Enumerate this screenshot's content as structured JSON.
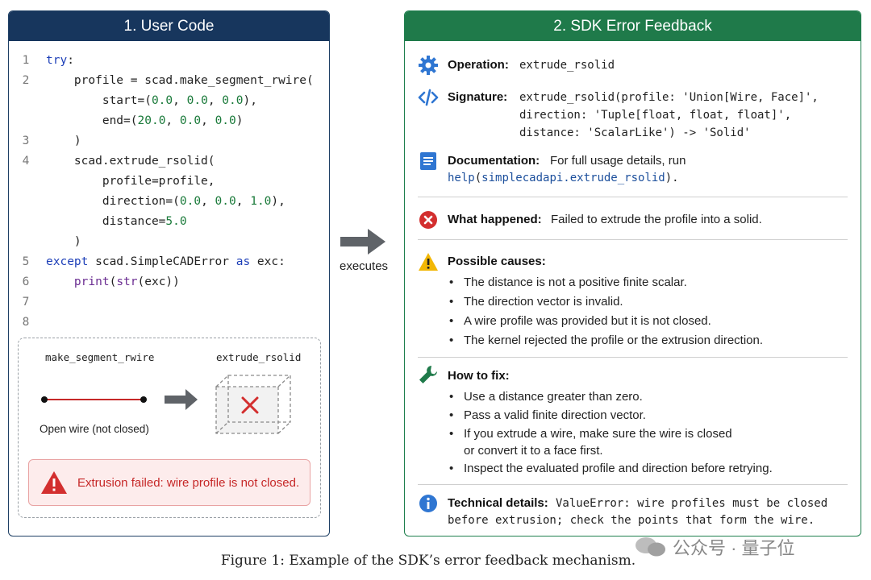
{
  "left_panel": {
    "title": "1. User Code",
    "code_lines": [
      {
        "no": "1",
        "segments": [
          {
            "t": "try",
            "c": "kw"
          },
          {
            "t": ":",
            "c": ""
          }
        ]
      },
      {
        "no": "2",
        "segments": [
          {
            "t": "    profile = scad.make_segment_rwire(",
            "c": ""
          }
        ]
      },
      {
        "no": "",
        "segments": [
          {
            "t": "        start=(",
            "c": ""
          },
          {
            "t": "0.0",
            "c": "num"
          },
          {
            "t": ", ",
            "c": ""
          },
          {
            "t": "0.0",
            "c": "num"
          },
          {
            "t": ", ",
            "c": ""
          },
          {
            "t": "0.0",
            "c": "num"
          },
          {
            "t": "),",
            "c": ""
          }
        ]
      },
      {
        "no": "",
        "segments": [
          {
            "t": "        end=(",
            "c": ""
          },
          {
            "t": "20.0",
            "c": "num"
          },
          {
            "t": ", ",
            "c": ""
          },
          {
            "t": "0.0",
            "c": "num"
          },
          {
            "t": ", ",
            "c": ""
          },
          {
            "t": "0.0",
            "c": "num"
          },
          {
            "t": ")",
            "c": ""
          }
        ]
      },
      {
        "no": "3",
        "segments": [
          {
            "t": "    )",
            "c": ""
          }
        ]
      },
      {
        "no": "4",
        "segments": [
          {
            "t": "    scad.extrude_rsolid(",
            "c": ""
          }
        ]
      },
      {
        "no": "",
        "segments": [
          {
            "t": "        profile=profile,",
            "c": ""
          }
        ]
      },
      {
        "no": "",
        "segments": [
          {
            "t": "        direction=(",
            "c": ""
          },
          {
            "t": "0.0",
            "c": "num"
          },
          {
            "t": ", ",
            "c": ""
          },
          {
            "t": "0.0",
            "c": "num"
          },
          {
            "t": ", ",
            "c": ""
          },
          {
            "t": "1.0",
            "c": "num"
          },
          {
            "t": "),",
            "c": ""
          }
        ]
      },
      {
        "no": "",
        "segments": [
          {
            "t": "        distance=",
            "c": ""
          },
          {
            "t": "5.0",
            "c": "num"
          }
        ]
      },
      {
        "no": "",
        "segments": [
          {
            "t": "    )",
            "c": ""
          }
        ]
      },
      {
        "no": "5",
        "segments": [
          {
            "t": "except",
            "c": "kw"
          },
          {
            "t": " scad.SimpleCADError ",
            "c": ""
          },
          {
            "t": "as",
            "c": "kw"
          },
          {
            "t": " exc:",
            "c": ""
          }
        ]
      },
      {
        "no": "6",
        "segments": [
          {
            "t": "    ",
            "c": ""
          },
          {
            "t": "print",
            "c": "fn"
          },
          {
            "t": "(",
            "c": ""
          },
          {
            "t": "str",
            "c": "fn"
          },
          {
            "t": "(exc))",
            "c": ""
          }
        ]
      },
      {
        "no": "7",
        "segments": []
      },
      {
        "no": "8",
        "segments": []
      }
    ],
    "sketch": {
      "label_left": "make_segment_rwire",
      "label_right": "extrude_rsolid",
      "wire_caption": "Open wire (not closed)",
      "error_message": "Extrusion failed: wire profile is not closed."
    }
  },
  "middle": {
    "arrow_label": "executes"
  },
  "right_panel": {
    "title": "2. SDK Error Feedback",
    "operation": {
      "label": "Operation:",
      "value": "extrude_rsolid",
      "icon": "gear-icon"
    },
    "signature": {
      "label": "Signature:",
      "icon": "code-icon",
      "lines": [
        "extrude_rsolid(profile: 'Union[Wire, Face]',",
        "direction: 'Tuple[float, float, float]',",
        "distance: 'ScalarLike') -> 'Solid'"
      ]
    },
    "documentation": {
      "label": "Documentation:",
      "icon": "document-icon",
      "text": "For full usage details, run",
      "link_fn": "help",
      "link_arg": "simplecadapi.extrude_rsolid",
      "link_suffix": "."
    },
    "what_happened": {
      "label": "What happened:",
      "icon": "error-icon",
      "text": "Failed to extrude the profile into a solid."
    },
    "possible_causes": {
      "label": "Possible causes:",
      "icon": "warning-icon",
      "items": [
        "The distance is not a positive finite scalar.",
        "The direction vector is invalid.",
        "A wire profile was provided but it is not closed.",
        "The kernel rejected the profile or the extrusion direction."
      ]
    },
    "how_to_fix": {
      "label": "How to fix:",
      "icon": "wrench-icon",
      "items": [
        "Use a distance greater than zero.",
        "Pass a valid finite direction vector.",
        "If you extrude a wire, make sure the wire is closed",
        "Inspect the evaluated profile and direction before retrying."
      ],
      "item3_continuation": "or convert it to a face first."
    },
    "technical_details": {
      "label": "Technical details:",
      "icon": "info-icon",
      "line1": "ValueError: wire profiles must be closed",
      "line2": "before extrusion; check the points that form the wire."
    }
  },
  "caption": "Figure 1: Example of the SDK’s error feedback mechanism.",
  "watermark": "公众号 · 量子位",
  "colors": {
    "left_header": "#17365d",
    "right_header": "#1f7a4a",
    "icon_blue": "#2f76d2",
    "error_red": "#d32f2f",
    "warning_yellow": "#f2b705",
    "keyword": "#1d3fb8",
    "number": "#1a7a3a"
  }
}
